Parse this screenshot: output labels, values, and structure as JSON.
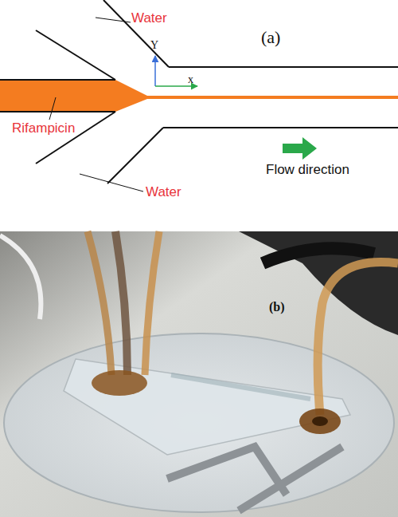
{
  "diagram": {
    "labels": [
      "Water",
      "Y",
      "(a)",
      "x",
      "Rifampicin",
      "Flow direction",
      "Water",
      "(b)"
    ]
  }
}
